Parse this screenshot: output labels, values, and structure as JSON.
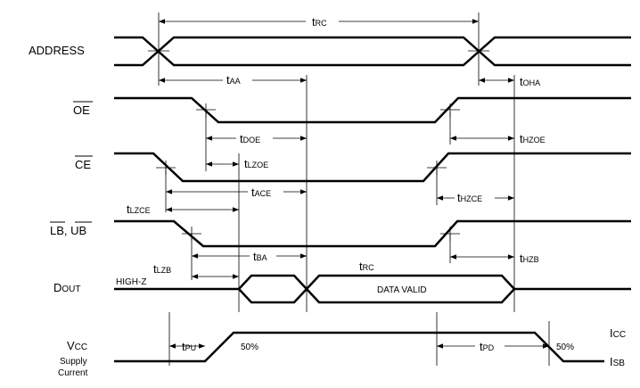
{
  "signals": {
    "address": "ADDRESS",
    "oe": "OE",
    "ce": "CE",
    "lb_ub": [
      "LB",
      ", ",
      "UB"
    ],
    "dout": [
      "D",
      "OUT"
    ],
    "vcc": [
      "V",
      "CC"
    ],
    "supply": "Supply",
    "current": "Current"
  },
  "timings": {
    "trc_top": [
      "t",
      "RC"
    ],
    "taa": [
      "t",
      "AA"
    ],
    "toha": [
      "t",
      "OHA"
    ],
    "tdoe": [
      "t",
      "DOE"
    ],
    "thzoe": [
      "t",
      "HZOE"
    ],
    "tlzoe": [
      "t",
      "LZOE"
    ],
    "tace": [
      "t",
      "ACE"
    ],
    "thzce": [
      "t",
      "HZCE"
    ],
    "tlzce": [
      "t",
      "LZCE"
    ],
    "tba": [
      "t",
      "BA"
    ],
    "thzb": [
      "t",
      "HZB"
    ],
    "tlzb": [
      "t",
      "LZB"
    ],
    "trc_data": [
      "t",
      "RC"
    ],
    "tpu": [
      "t",
      "PU"
    ],
    "tpd": [
      "t",
      "PD"
    ]
  },
  "annotations": {
    "high_z": "HIGH-Z",
    "data_valid": "DATA VALID",
    "pct_rise": "50%",
    "pct_fall": "50%",
    "icc": [
      "I",
      "CC"
    ],
    "isb": [
      "I",
      "SB"
    ]
  }
}
